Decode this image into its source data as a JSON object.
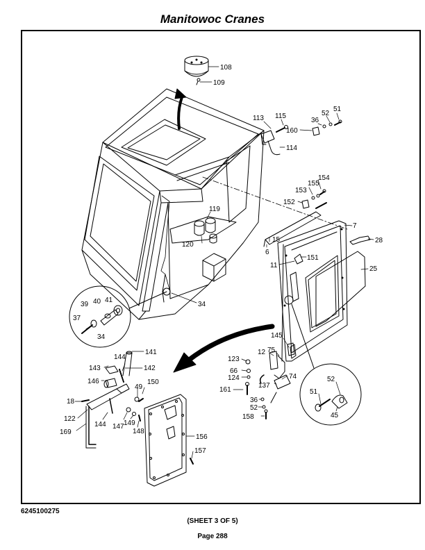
{
  "header": {
    "title": "Manitowoc Cranes"
  },
  "footer": {
    "part_number": "6245100275",
    "sheet": "(SHEET 3 OF 5)",
    "page": "Page 288"
  },
  "callouts": [
    {
      "id": "c108",
      "text": "108"
    },
    {
      "id": "c109",
      "text": "109"
    },
    {
      "id": "c113",
      "text": "113"
    },
    {
      "id": "c115",
      "text": "115"
    },
    {
      "id": "c36a",
      "text": "36"
    },
    {
      "id": "c52a",
      "text": "52"
    },
    {
      "id": "c51a",
      "text": "51"
    },
    {
      "id": "c160",
      "text": "160"
    },
    {
      "id": "c114",
      "text": "114"
    },
    {
      "id": "c155",
      "text": "155"
    },
    {
      "id": "c154",
      "text": "154"
    },
    {
      "id": "c153",
      "text": "153"
    },
    {
      "id": "c152",
      "text": "152"
    },
    {
      "id": "c119",
      "text": "119"
    },
    {
      "id": "c7",
      "text": "7"
    },
    {
      "id": "c120",
      "text": "120"
    },
    {
      "id": "c15",
      "text": "15"
    },
    {
      "id": "c6",
      "text": "6"
    },
    {
      "id": "c28",
      "text": "28"
    },
    {
      "id": "c11",
      "text": "11"
    },
    {
      "id": "c151",
      "text": "151"
    },
    {
      "id": "c25",
      "text": "25"
    },
    {
      "id": "c34a",
      "text": "34"
    },
    {
      "id": "c39",
      "text": "39"
    },
    {
      "id": "c40",
      "text": "40"
    },
    {
      "id": "c41",
      "text": "41"
    },
    {
      "id": "c37",
      "text": "37"
    },
    {
      "id": "c34b",
      "text": "34"
    },
    {
      "id": "c145",
      "text": "145"
    },
    {
      "id": "c141",
      "text": "141"
    },
    {
      "id": "c144a",
      "text": "144"
    },
    {
      "id": "c143",
      "text": "143"
    },
    {
      "id": "c142",
      "text": "142"
    },
    {
      "id": "c146",
      "text": "146"
    },
    {
      "id": "c49",
      "text": "49"
    },
    {
      "id": "c150",
      "text": "150"
    },
    {
      "id": "c18",
      "text": "18"
    },
    {
      "id": "c122",
      "text": "122"
    },
    {
      "id": "c144b",
      "text": "144"
    },
    {
      "id": "c147",
      "text": "147"
    },
    {
      "id": "c149",
      "text": "149"
    },
    {
      "id": "c148",
      "text": "148"
    },
    {
      "id": "c169",
      "text": "169"
    },
    {
      "id": "c156",
      "text": "156"
    },
    {
      "id": "c157",
      "text": "157"
    },
    {
      "id": "c123",
      "text": "123"
    },
    {
      "id": "c12",
      "text": "12"
    },
    {
      "id": "c75",
      "text": "75"
    },
    {
      "id": "c66",
      "text": "66"
    },
    {
      "id": "c124",
      "text": "124"
    },
    {
      "id": "c74",
      "text": "74"
    },
    {
      "id": "c137",
      "text": "137"
    },
    {
      "id": "c161",
      "text": "161"
    },
    {
      "id": "c36b",
      "text": "36"
    },
    {
      "id": "c52b",
      "text": "52"
    },
    {
      "id": "c158",
      "text": "158"
    },
    {
      "id": "c51b",
      "text": "51"
    },
    {
      "id": "c52c",
      "text": "52"
    },
    {
      "id": "c45",
      "text": "45"
    }
  ]
}
